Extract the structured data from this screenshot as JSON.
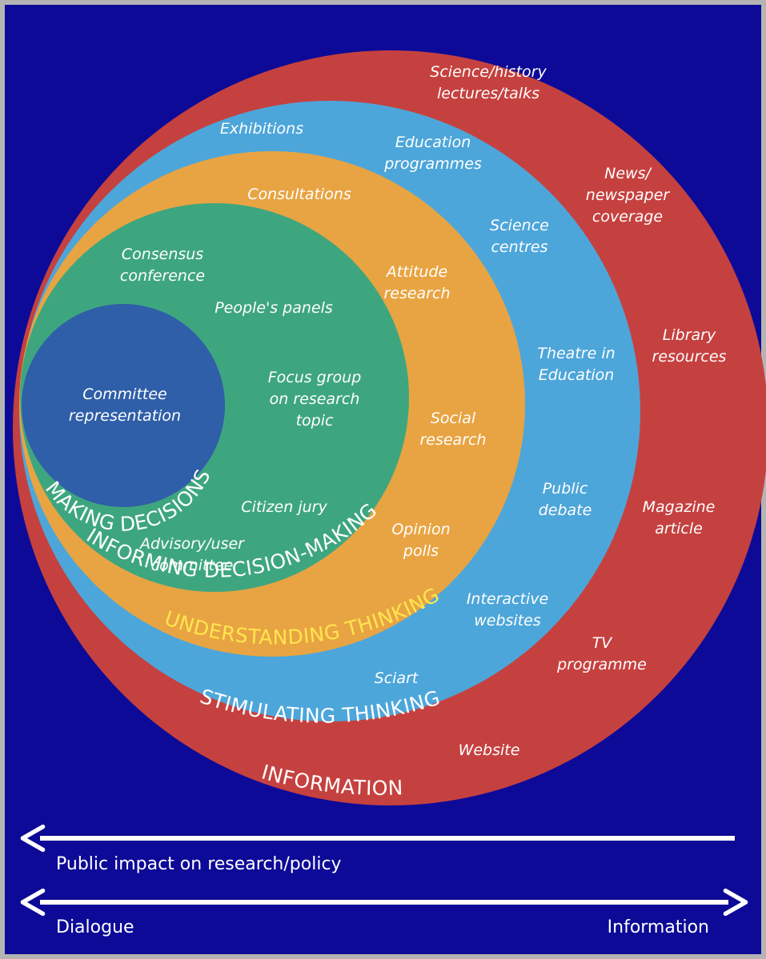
{
  "colors": {
    "background": "#0d0a97",
    "frame": "#b4b4b4",
    "information": "#c5413f",
    "stimulating_thinking": "#4da6da",
    "understanding_thinking": "#e8a442",
    "informing_decision_making": "#3ea67f",
    "making_decisions": "#2f5fa8",
    "text": "#ffffff",
    "accent_text": "#ffe64d",
    "arrow": "#ffffff"
  },
  "levels": {
    "information": "INFORMATION",
    "stimulating_thinking": "STIMULATING THINKING",
    "understanding_thinking": "UNDERSTANDING THINKING",
    "informing_decision_making": "INFORMING DECISION-MAKING",
    "making_decisions": "MAKING DECISIONS"
  },
  "items": {
    "science_history": [
      "Science/history",
      "lectures/talks"
    ],
    "news": [
      "News/",
      "newspaper",
      "coverage"
    ],
    "library": [
      "Library",
      "resources"
    ],
    "magazine": [
      "Magazine",
      "article"
    ],
    "tv": [
      "TV",
      "programme"
    ],
    "website": [
      "Website"
    ],
    "exhibitions": [
      "Exhibitions"
    ],
    "education": [
      "Education",
      "programmes"
    ],
    "science_centres": [
      "Science",
      "centres"
    ],
    "theatre": [
      "Theatre in",
      "Education"
    ],
    "public_debate": [
      "Public",
      "debate"
    ],
    "interactive": [
      "Interactive",
      "websites"
    ],
    "sciart": [
      "Sciart"
    ],
    "consultations": [
      "Consultations"
    ],
    "attitude": [
      "Attitude",
      "research"
    ],
    "social": [
      "Social",
      "research"
    ],
    "opinion": [
      "Opinion",
      "polls"
    ],
    "consensus": [
      "Consensus",
      "conference"
    ],
    "peoples_panels": [
      "People's panels"
    ],
    "focus_group": [
      "Focus group",
      "on research",
      "topic"
    ],
    "citizen_jury": [
      "Citizen jury"
    ],
    "advisory": [
      "Advisory/user",
      "committee"
    ],
    "committee": [
      "Committee",
      "representation"
    ]
  },
  "axes": {
    "impact_label": "Public impact on research/policy",
    "left_label": "Dialogue",
    "right_label": "Information"
  }
}
